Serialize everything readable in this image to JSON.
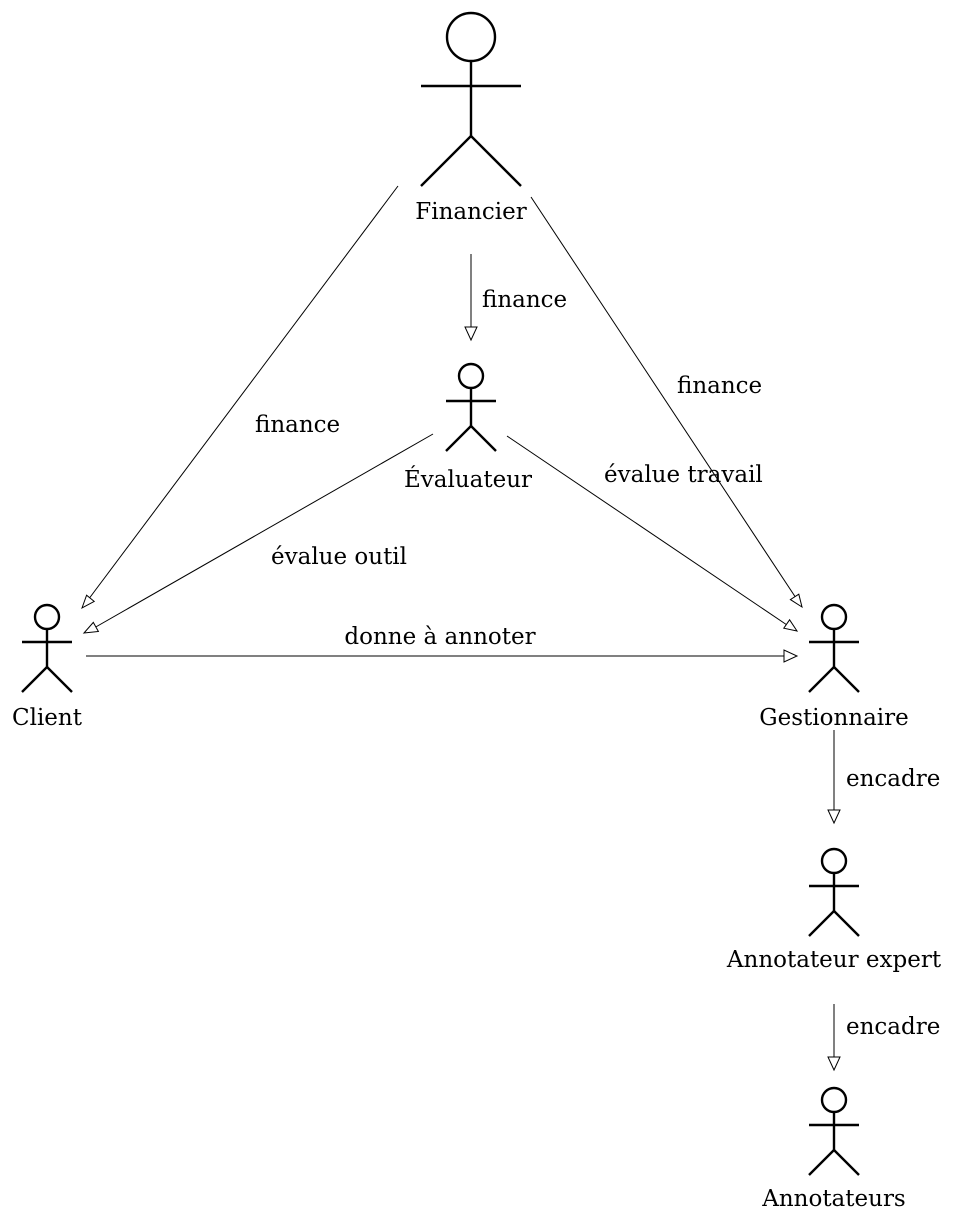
{
  "actors": {
    "financier": "Financier",
    "evaluateur": "Évaluateur",
    "client": "Client",
    "gestionnaire": "Gestionnaire",
    "annotateur_expert": "Annotateur expert",
    "annotateurs": "Annotateurs"
  },
  "relations": {
    "financier_evaluateur": "finance",
    "financier_client": "finance",
    "financier_gestionnaire": "finance",
    "evaluateur_client": "évalue outil",
    "evaluateur_gestionnaire": "évalue travail",
    "client_gestionnaire": "donne à annoter",
    "gestionnaire_expert": "encadre",
    "expert_annotateurs": "encadre"
  }
}
